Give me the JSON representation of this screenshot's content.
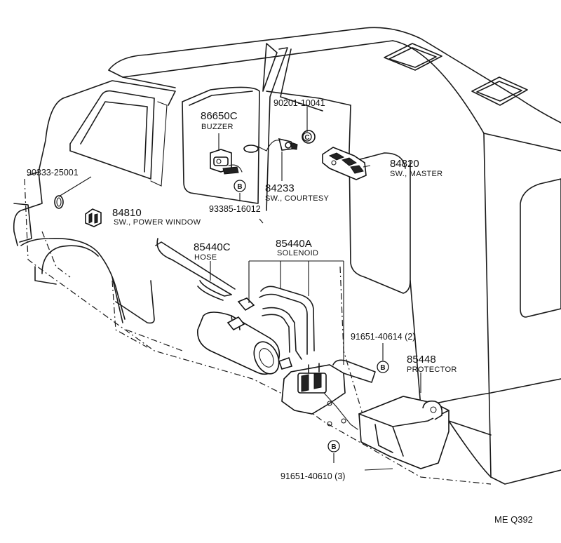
{
  "parts": [
    {
      "number": "90201-10041",
      "description": ""
    },
    {
      "number": "86650C",
      "description": "BUZZER"
    },
    {
      "number": "84820",
      "description": "SW., MASTER"
    },
    {
      "number": "90333-25001",
      "description": ""
    },
    {
      "number": "84233",
      "description": "SW., COURTESY"
    },
    {
      "number": "84810",
      "description": "SW., POWER WINDOW"
    },
    {
      "number": "93385-16012",
      "description": ""
    },
    {
      "number": "85440A",
      "description": "SOLENOID"
    },
    {
      "number": "85440C",
      "description": "HOSE"
    },
    {
      "number": "91651-40614 (2)",
      "description": ""
    },
    {
      "number": "85448",
      "description": "PROTECTOR"
    },
    {
      "number": "91651-40610 (3)",
      "description": ""
    }
  ],
  "callouts": {
    "B": "B",
    "C": "C"
  },
  "reference": "ME  Q392"
}
